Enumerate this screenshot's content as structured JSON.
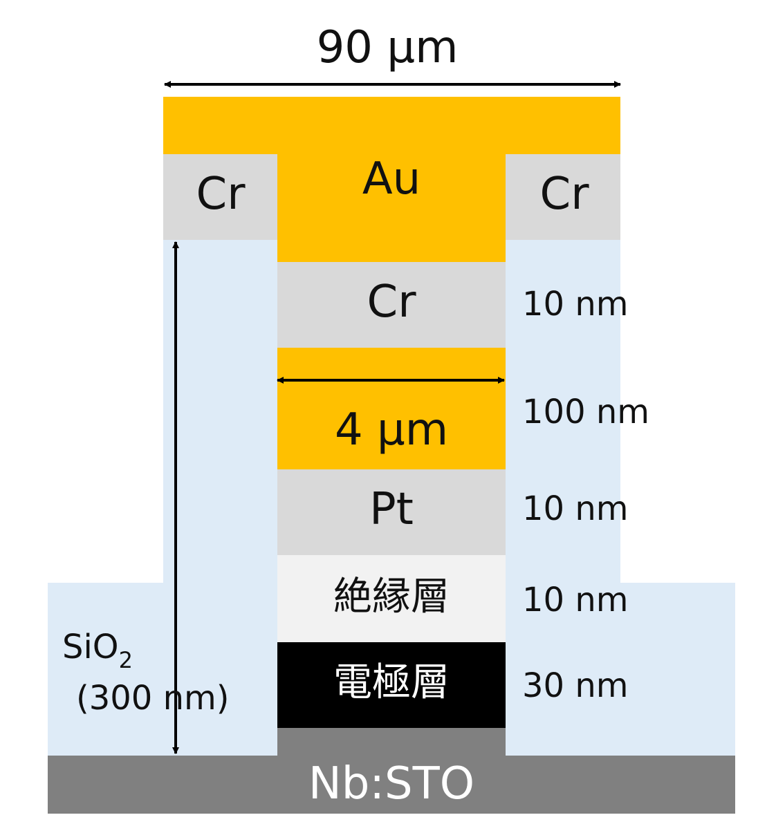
{
  "dimensions": {
    "width_total": "90 μm",
    "width_pillar": "4 μm"
  },
  "layers": {
    "au_top": "Au",
    "cr_pad_left": "Cr",
    "cr_pad_right": "Cr",
    "cr_stack": "Cr",
    "pt": "Pt",
    "insulator": "絶縁層",
    "electrode": "電極層",
    "substrate": "Nb:STO"
  },
  "sio2": {
    "label_main": "SiO",
    "label_sub": "2",
    "thickness": "(300 nm)"
  },
  "thicknesses": {
    "cr": "10 nm",
    "au": "100 nm",
    "pt": "10 nm",
    "insulator": "10 nm",
    "electrode": "30 nm"
  },
  "colors": {
    "gold": "#FFC000",
    "chromium": "#D9D9D9",
    "sio2": "#DEEBF7",
    "insulator": "#F2F2F2",
    "electrode": "#000000",
    "substrate": "#808080",
    "substrate_text": "#FFFFFF",
    "electrode_text": "#FFFFFF",
    "arrow": "#000000"
  }
}
